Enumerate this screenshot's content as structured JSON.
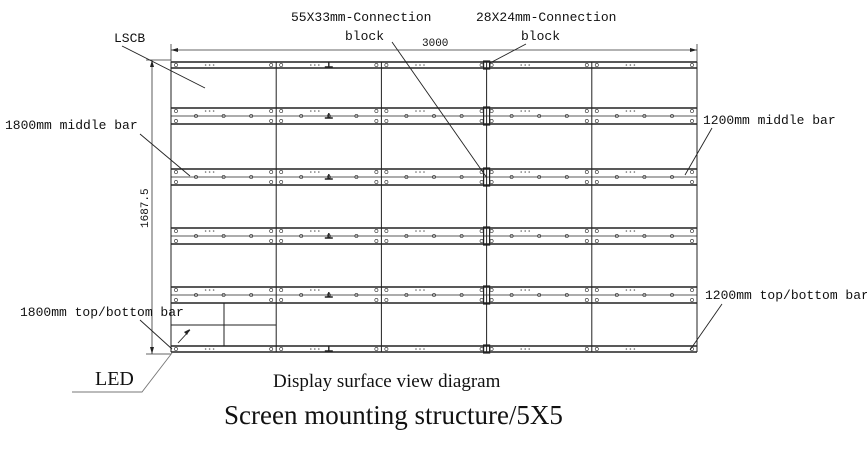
{
  "labels": {
    "lscb": "LSCB",
    "conn55_line1": "55X33mm-Connection",
    "conn55_line2": "block",
    "conn28_line1": "28X24mm-Connection",
    "conn28_line2": "block",
    "width_dim": "3000",
    "height_dim": "1687.5",
    "mid1800": "1800mm middle bar",
    "mid1200": "1200mm middle bar",
    "tb1800": "1800mm top/bottom bar",
    "tb1200": "1200mm top/bottom bar",
    "led": "LED"
  },
  "captions": {
    "subtitle": "Display surface view diagram",
    "title": "Screen mounting structure/5X5"
  },
  "grid": {
    "columns": 5,
    "rows": 5
  }
}
